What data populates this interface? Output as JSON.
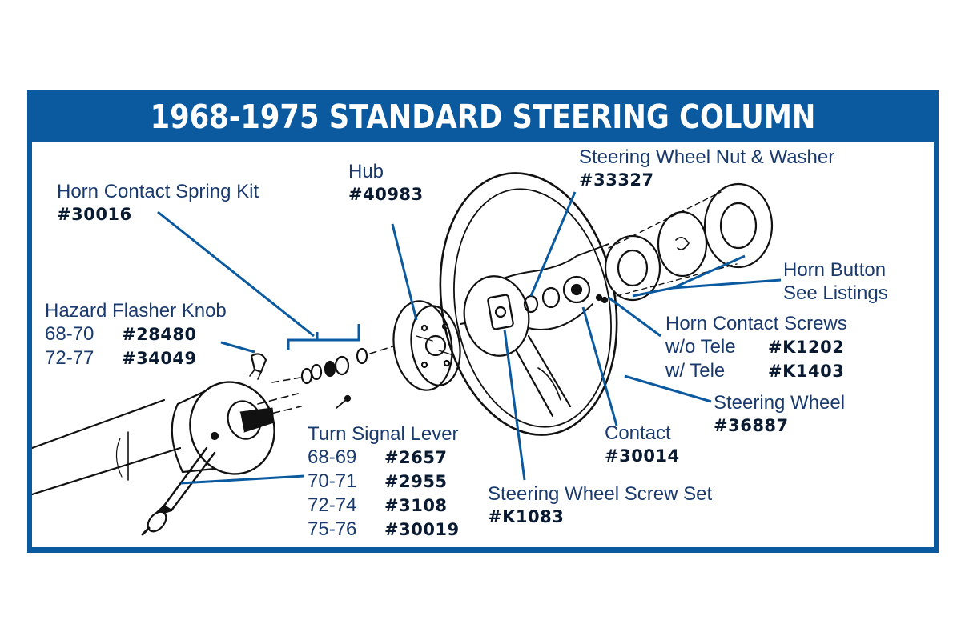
{
  "title": "1968-1975 STANDARD STEERING COLUMN",
  "colors": {
    "frame": "#0b5aa0",
    "leader": "#0b5aa0",
    "label": "#1a3a6e",
    "part_number": "#0a1a30"
  },
  "callouts": {
    "horn_spring_kit": {
      "name": "Horn Contact Spring Kit",
      "part": "#30016"
    },
    "hub": {
      "name": "Hub",
      "part": "#40983"
    },
    "nut_washer": {
      "name": "Steering Wheel Nut & Washer",
      "part": "#33327"
    },
    "horn_button": {
      "name": "Horn Button",
      "note": "See Listings"
    },
    "hazard_knob": {
      "name": "Hazard Flasher Knob",
      "rows": [
        {
          "years": "68-70",
          "part": "#28480"
        },
        {
          "years": "72-77",
          "part": "#34049"
        }
      ]
    },
    "horn_screws": {
      "name": "Horn Contact Screws",
      "rows": [
        {
          "variant": "w/o Tele",
          "part": "#K1202"
        },
        {
          "variant": "w/ Tele",
          "part": "#K1403"
        }
      ]
    },
    "steering_wheel": {
      "name": "Steering Wheel",
      "part": "#36887"
    },
    "contact": {
      "name": "Contact",
      "part": "#30014"
    },
    "turn_signal": {
      "name": "Turn Signal Lever",
      "rows": [
        {
          "years": "68-69",
          "part": "#2657"
        },
        {
          "years": "70-71",
          "part": "#2955"
        },
        {
          "years": "72-74",
          "part": "#3108"
        },
        {
          "years": "75-76",
          "part": "#30019"
        }
      ]
    },
    "screw_set": {
      "name": "Steering Wheel Screw Set",
      "part": "#K1083"
    }
  }
}
